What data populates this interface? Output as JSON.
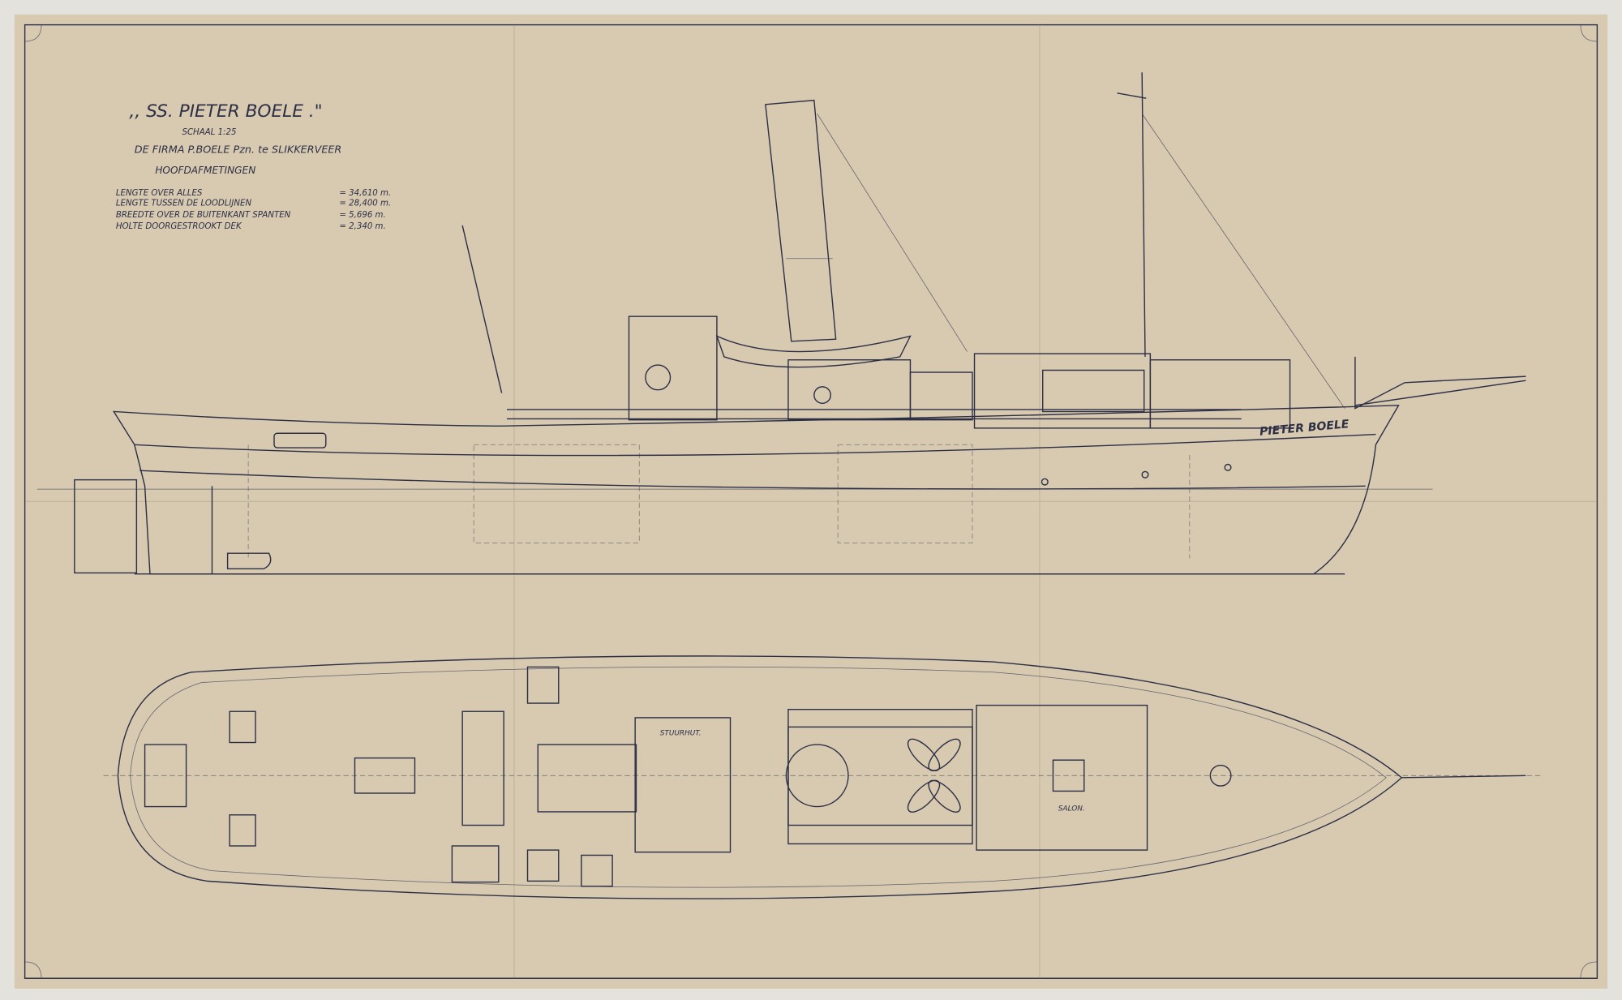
{
  "title": ",, SS. PIETER BOELE .\"",
  "scale": "SCHAAL 1:25",
  "firm": "DE FIRMA P.BOELE Pzn. te SLIKKERVEER",
  "dimensions_heading": "HOOFDAFMETINGEN",
  "dimensions": [
    {
      "label": "LENGTE OVER ALLES",
      "value": "= 34,610 m."
    },
    {
      "label": "LENGTE TUSSEN DE LOODLIJNEN",
      "value": "= 28,400 m."
    },
    {
      "label": "BREEDTE OVER DE BUITENKANT SPANTEN",
      "value": "= 5,696 m."
    },
    {
      "label": "HOLTE DOORGESTROOKT DEK",
      "value": "= 2,340 m."
    }
  ],
  "hull_name": "PIETER BOELE",
  "plan_labels": {
    "wheelhouse": "STUURHUT.",
    "saloon": "SALON."
  },
  "colors": {
    "paper": "#d8cab0",
    "ink": "#2c2f45"
  }
}
